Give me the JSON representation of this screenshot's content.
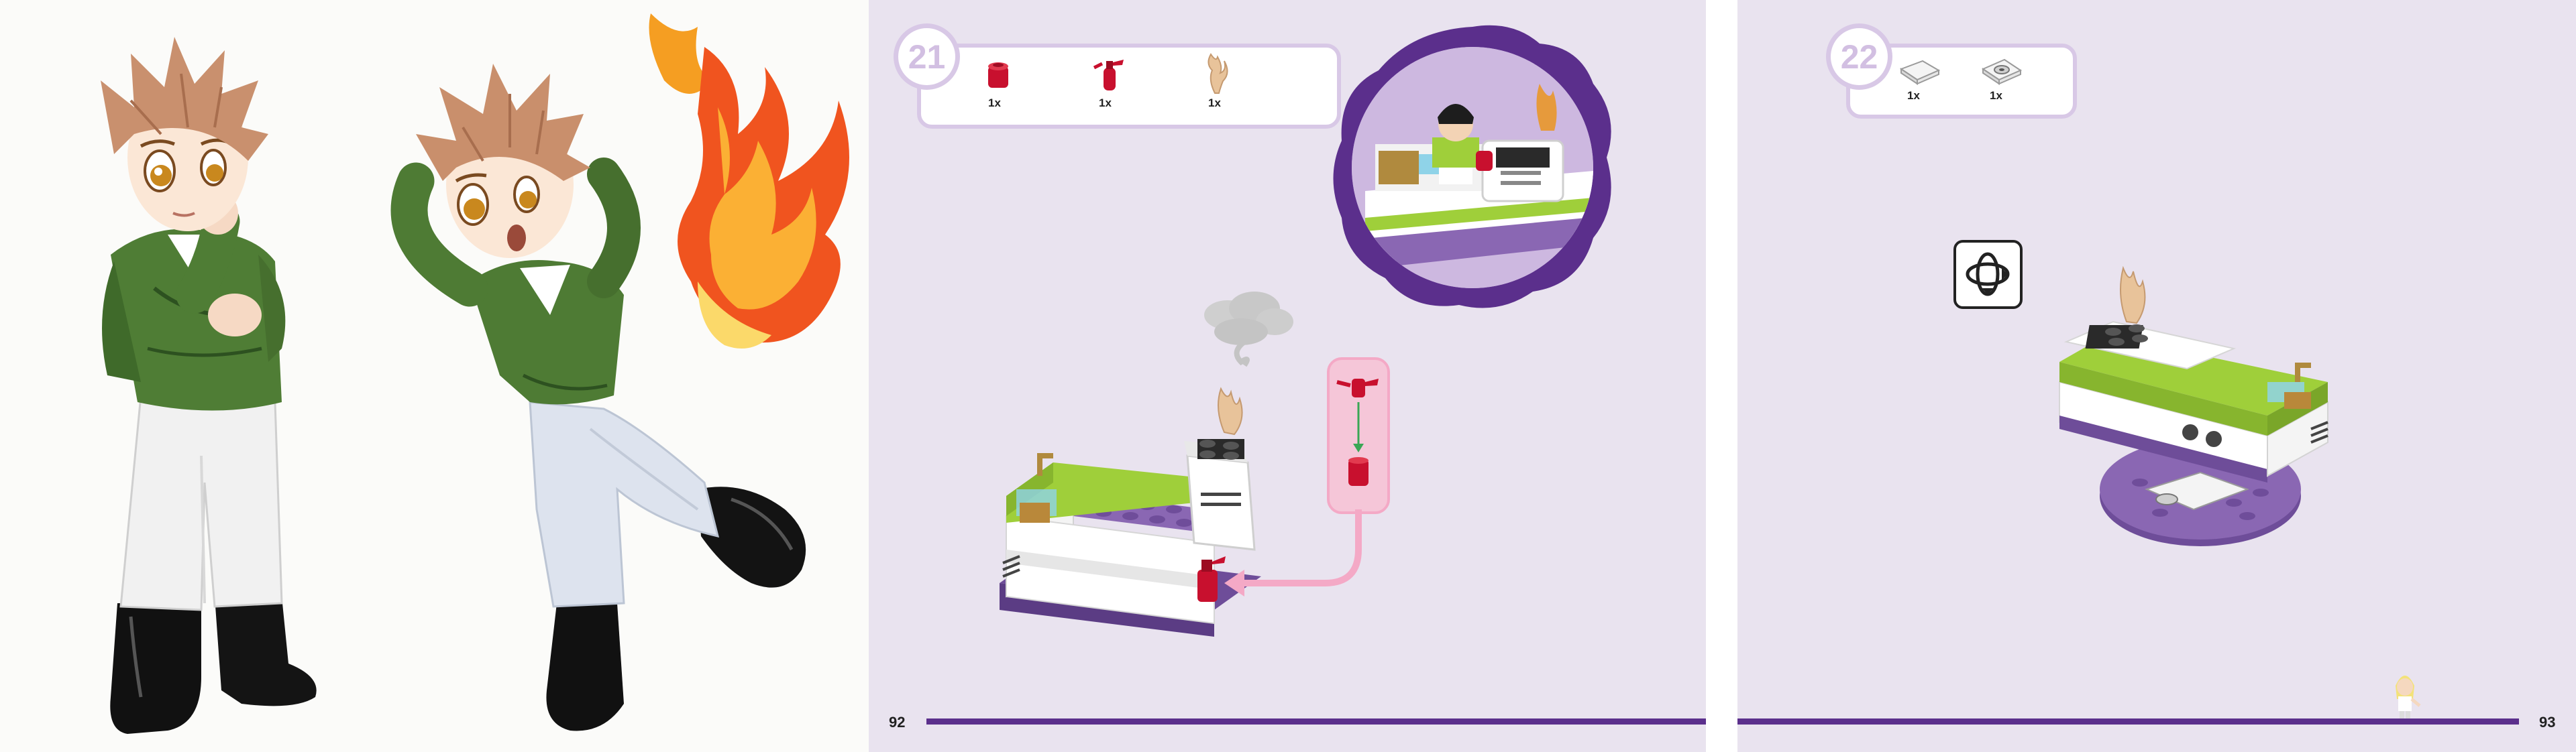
{
  "pages": {
    "left": {
      "page_number": "92"
    },
    "right": {
      "page_number": "93"
    }
  },
  "steps": [
    {
      "number": "21",
      "parts": [
        {
          "icon": "red-round-brick-icon",
          "qty": "1x"
        },
        {
          "icon": "red-fire-extinguisher-icon",
          "qty": "1x"
        },
        {
          "icon": "flame-piece-icon",
          "qty": "1x"
        }
      ]
    },
    {
      "number": "22",
      "parts": [
        {
          "icon": "white-tile-icon",
          "qty": "1x"
        },
        {
          "icon": "white-sink-tile-icon",
          "qty": "1x"
        }
      ]
    }
  ],
  "colors": {
    "page_bg": "#e9e3ef",
    "accent_purple": "#5b2f8c",
    "step_border": "#d8c8e6",
    "lime": "#9fcf3a",
    "brick_purple": "#7c5aa5",
    "red": "#c8102e",
    "callout_pink": "#f5c6d8",
    "arrow_pink": "#f4a9c6"
  }
}
